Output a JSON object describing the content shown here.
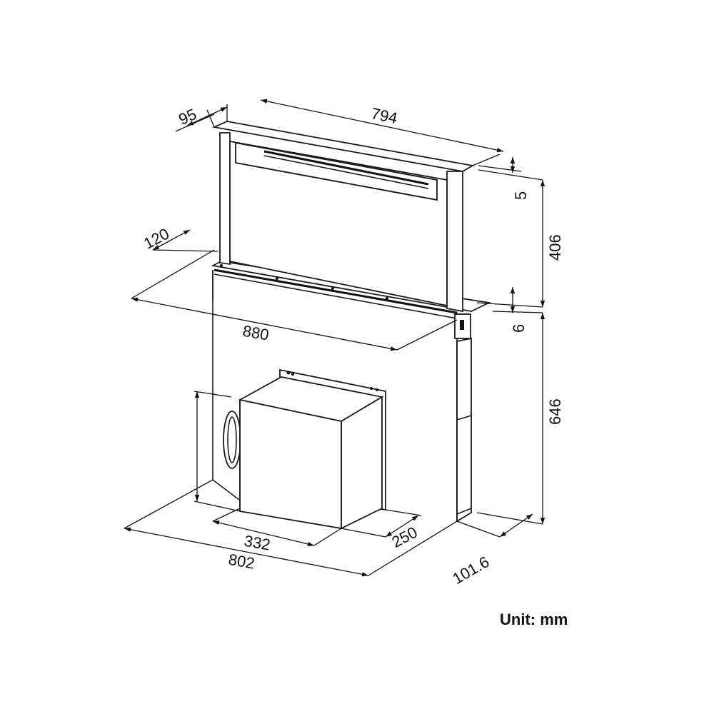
{
  "dimensions": {
    "top_depth": "95",
    "top_width": "794",
    "trim_thickness": "5",
    "raised_height": "406",
    "base_thickness": "6",
    "below_counter_height": "646",
    "counter_depth": "120",
    "counter_width": "880",
    "motor_height": "",
    "motor_width": "332",
    "motor_depth": "250",
    "base_width": "802",
    "body_depth": "101.6"
  },
  "unit_label": "Unit: mm"
}
